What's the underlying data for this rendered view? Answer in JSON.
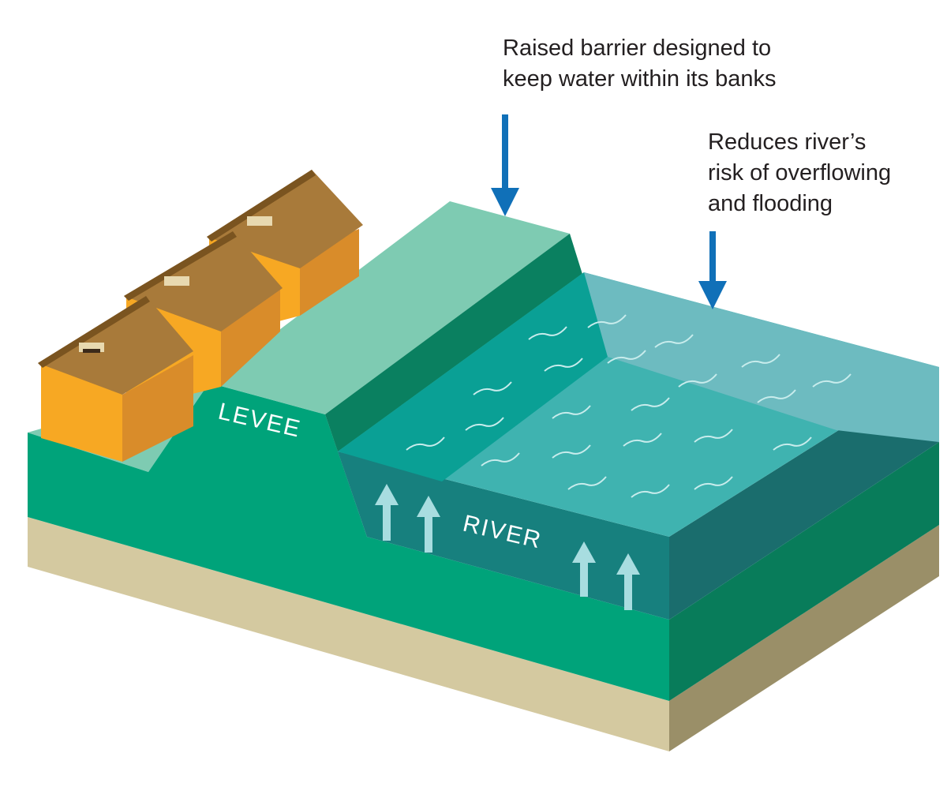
{
  "captions": {
    "levee_note": [
      "Raised barrier designed to",
      "keep water within its banks"
    ],
    "river_note": [
      "Reduces river’s",
      "risk of overflowing",
      "and flooding"
    ]
  },
  "labels": {
    "levee": "LEVEE",
    "river": "RIVER"
  },
  "colors": {
    "arrow": "#1070b8",
    "levee_top": "#7ecbb2",
    "ground": "#00a37a",
    "water": "#3fb3b0",
    "soil": "#d4c9a0",
    "house": "#f7a823",
    "roof": "#a87a3a"
  }
}
